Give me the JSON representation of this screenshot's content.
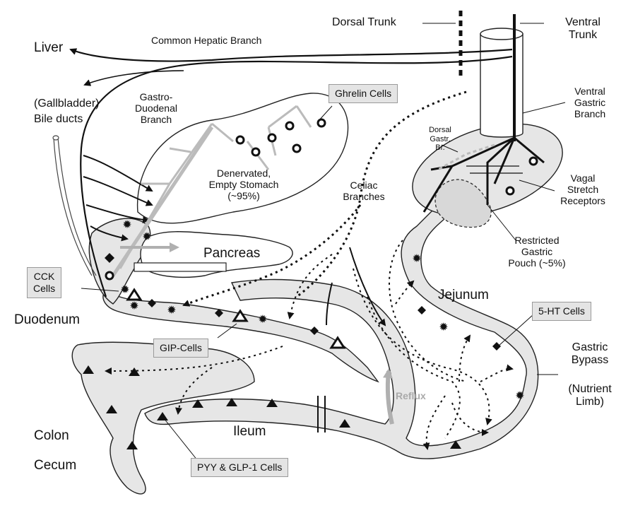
{
  "labels": {
    "liver": "Liver",
    "common_hepatic": "Common Hepatic Branch",
    "gallbladder": "(Gallbladder)",
    "bile_ducts": "Bile ducts",
    "gastro_duodenal_1": "Gastro-",
    "gastro_duodenal_2": "Duodenal",
    "gastro_duodenal_3": "Branch",
    "ghrelin": "Ghrelin Cells",
    "dorsal_trunk": "Dorsal Trunk",
    "ventral_trunk_1": "Ventral",
    "ventral_trunk_2": "Trunk",
    "ventral_gastric_1": "Ventral",
    "ventral_gastric_2": "Gastric",
    "ventral_gastric_3": "Branch",
    "dorsal_gastr_1": "Dorsal",
    "dorsal_gastr_2": "Gastr.",
    "dorsal_gastr_3": "Br.",
    "stomach_1": "Denervated,",
    "stomach_2": "Empty Stomach",
    "stomach_3": "(~95%)",
    "celiac_1": "Celiac",
    "celiac_2": "Branches",
    "vagal_1": "Vagal",
    "vagal_2": "Stretch",
    "vagal_3": "Receptors",
    "pancreas": "Pancreas",
    "pouch_1": "Restricted",
    "pouch_2": "Gastric",
    "pouch_3": "Pouch (~5%)",
    "cck_1": "CCK",
    "cck_2": "Cells",
    "jejunum": "Jejunum",
    "ht_cells": "5-HT Cells",
    "duodenum": "Duodenum",
    "gip": "GIP-Cells",
    "bypass_1": "Gastric",
    "bypass_2": "Bypass",
    "limb_1": "(Nutrient",
    "limb_2": "Limb)",
    "reflux": "Reflux",
    "colon": "Colon",
    "ileum": "Ileum",
    "cecum": "Cecum",
    "pyy": "PYY & GLP-1 Cells"
  }
}
